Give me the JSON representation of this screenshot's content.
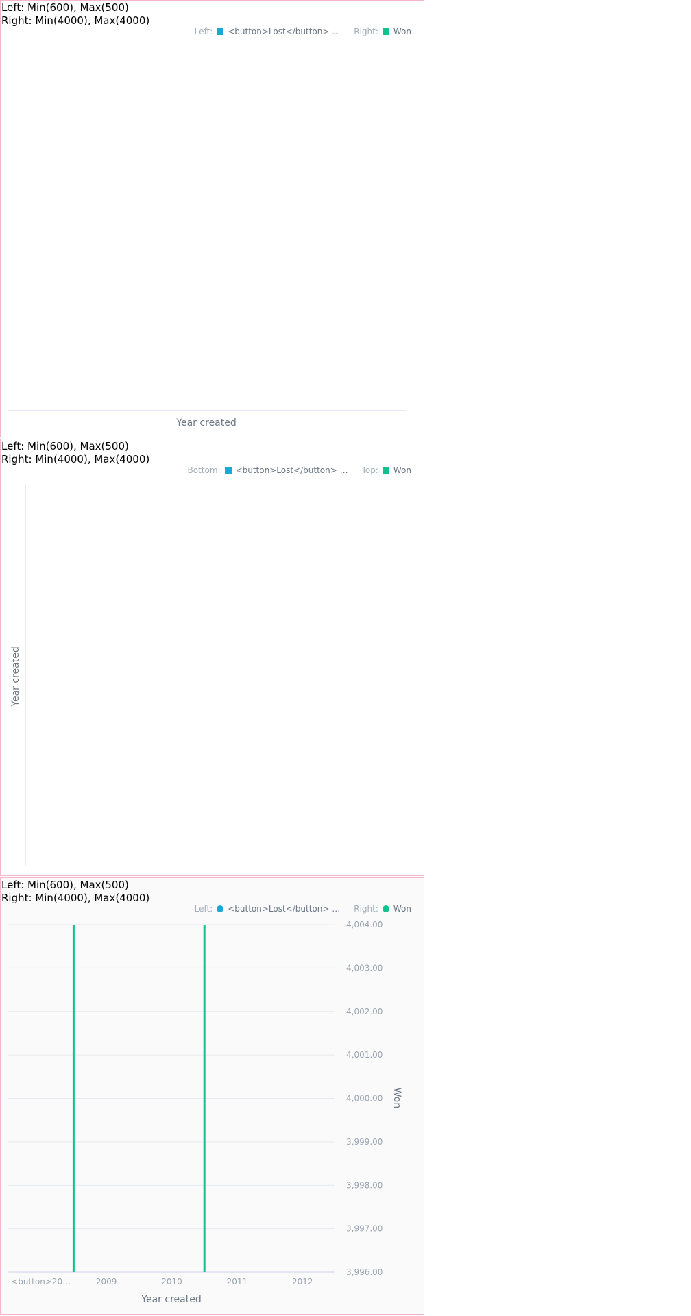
{
  "panels": [
    {
      "caption_line1": "Left: Min(600), Max(500)",
      "caption_line2": "Right: Min(4000), Max(4000)",
      "legend": [
        {
          "side": "Left:",
          "label": "<button>Lost</button> …",
          "color": "#1ba8d6",
          "marker": "square"
        },
        {
          "side": "Right:",
          "label": "Won",
          "color": "#12c28e",
          "marker": "square"
        }
      ],
      "x_title": "Year created"
    },
    {
      "caption_line1": "Left: Min(600), Max(500)",
      "caption_line2": "Right: Min(4000), Max(4000)",
      "legend": [
        {
          "side": "Bottom:",
          "label": "<button>Lost</button> …",
          "color": "#1ba8d6",
          "marker": "square"
        },
        {
          "side": "Top:",
          "label": "Won",
          "color": "#12c28e",
          "marker": "square"
        }
      ],
      "y_title": "Year created"
    },
    {
      "caption_line1": "Left: Min(600), Max(500)",
      "caption_line2": "Right: Min(4000), Max(4000)",
      "legend": [
        {
          "side": "Left:",
          "label": "<button>Lost</button> …",
          "color": "#1ba8d6",
          "marker": "dot"
        },
        {
          "side": "Right:",
          "label": "Won",
          "color": "#12c28e",
          "marker": "dot"
        }
      ],
      "x_title": "Year created",
      "y_title_right": "Won"
    }
  ],
  "chart_data": [
    {
      "type": "bar",
      "x_title": "Year created",
      "series": [
        {
          "name": "<button>Lost</button> …",
          "axis": "left",
          "color": "#1ba8d6",
          "values": []
        },
        {
          "name": "Won",
          "axis": "right",
          "color": "#12c28e",
          "values": []
        }
      ],
      "grid": false
    },
    {
      "type": "bar",
      "orientation": "horizontal",
      "y_title": "Year created",
      "series": [
        {
          "name": "<button>Lost</button> …",
          "axis": "bottom",
          "color": "#1ba8d6",
          "values": []
        },
        {
          "name": "Won",
          "axis": "top",
          "color": "#12c28e",
          "values": []
        }
      ],
      "grid": false
    },
    {
      "type": "line",
      "x_title": "Year created",
      "y_right_title": "Won",
      "categories": [
        "<button>20…",
        "2009",
        "2010",
        "2011",
        "2012"
      ],
      "y_right_ticks": [
        "4,004.00",
        "4,003.00",
        "4,002.00",
        "4,001.00",
        "4,000.00",
        "3,999.00",
        "3,998.00",
        "3,997.00",
        "3,996.00"
      ],
      "y_right_range": [
        3996,
        4004
      ],
      "won_line_x": [
        0.5,
        2.5
      ],
      "series": [
        {
          "name": "<button>Lost</button> …",
          "axis": "left",
          "color": "#1ba8d6",
          "values": []
        },
        {
          "name": "Won",
          "axis": "right",
          "color": "#12c28e",
          "values": []
        }
      ],
      "grid": true
    }
  ]
}
